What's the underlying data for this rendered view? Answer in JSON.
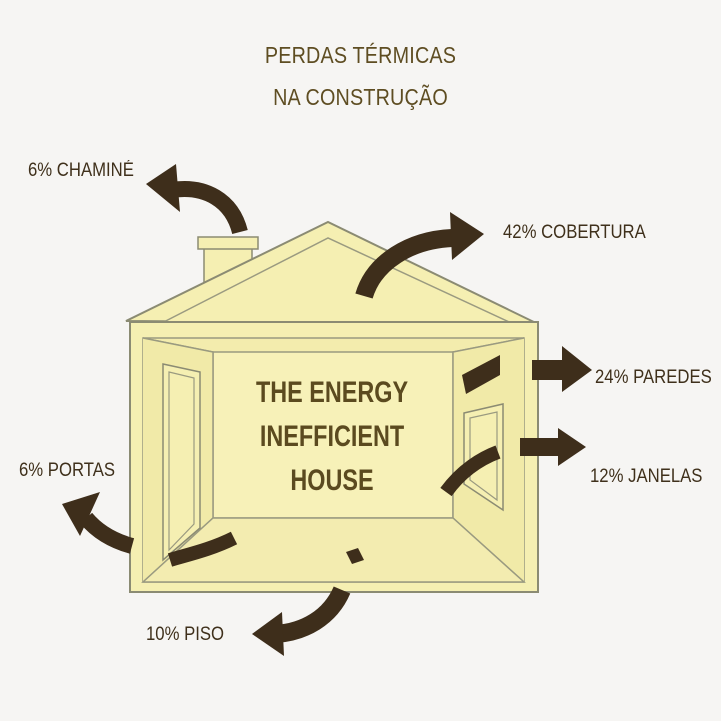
{
  "title": {
    "line1": "PERDAS TÉRMICAS",
    "line2": "NA CONSTRUÇÃO"
  },
  "house": {
    "caption_line1": "THE ENERGY",
    "caption_line2": "INEFFICIENT",
    "caption_line3": "HOUSE"
  },
  "losses": [
    {
      "id": "chimney",
      "label": "6% CHAMINÉ",
      "percent": 6
    },
    {
      "id": "roof",
      "label": "42% COBERTURA",
      "percent": 42
    },
    {
      "id": "walls",
      "label": "24% PAREDES",
      "percent": 24
    },
    {
      "id": "windows",
      "label": "12% JANELAS",
      "percent": 12
    },
    {
      "id": "doors",
      "label": "6% PORTAS",
      "percent": 6
    },
    {
      "id": "floor",
      "label": "10% PISO",
      "percent": 10
    }
  ],
  "colors": {
    "house_fill": "#f5efb2",
    "house_stroke": "#8b8b73",
    "arrow": "#3e2e1b",
    "title": "#5e4d22",
    "label": "#3f301b"
  }
}
